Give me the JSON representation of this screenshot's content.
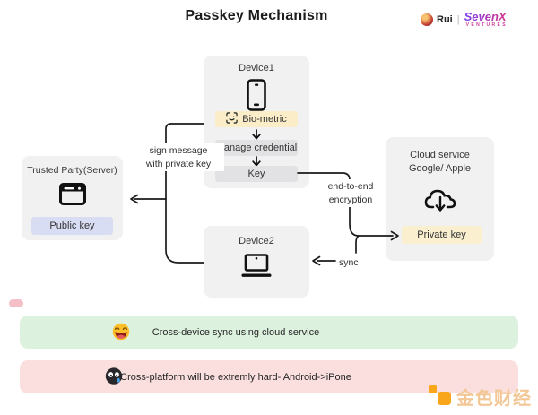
{
  "title": "Passkey Mechanism",
  "brand": {
    "author": "Rui",
    "separator": "|",
    "company": "SevenX",
    "company_sub": "ventures"
  },
  "diagram": {
    "device1": {
      "title": "Device1",
      "steps": {
        "biometric": "Bio-metric",
        "manage": "Manage credential",
        "key": "Key"
      }
    },
    "trusted_party": {
      "title": "Trusted Party(Server)",
      "key": "Public key"
    },
    "cloud": {
      "title_line1": "Cloud service",
      "title_line2": "Google/ Apple",
      "key": "Private key"
    },
    "device2": {
      "title": "Device2"
    },
    "labels": {
      "sign_line1": "sign message",
      "sign_line2": "with private key",
      "e2e_line1": "end-to-end",
      "e2e_line2": "encryption",
      "sync": "sync"
    }
  },
  "banners": [
    {
      "icon": "laughing-emoji",
      "text": "Cross-device sync using cloud service",
      "bg": "#dcf2df"
    },
    {
      "icon": "dark-crying-emoji",
      "text": "Cross-platform will be extremly hard- Android->iPone",
      "bg": "#fbdfdf"
    }
  ],
  "watermark": {
    "text": "金色财经",
    "icon_color": "#f9a61a",
    "text_color": "#f2c795"
  },
  "colors": {
    "canvas_bg": "#ffffff",
    "node_bg": "#f1f1f2",
    "pill_gray": "#e2e2e4",
    "pill_yellow": "#faedc8",
    "pill_lavender": "#d8ddf4",
    "pill_cream": "#faf0cf",
    "banner_green": "#dcf2df",
    "banner_pink": "#fbdfdf",
    "line": "#1a1a1a",
    "brand_purple": "#7b3df0",
    "brand_magenta": "#d63384"
  }
}
